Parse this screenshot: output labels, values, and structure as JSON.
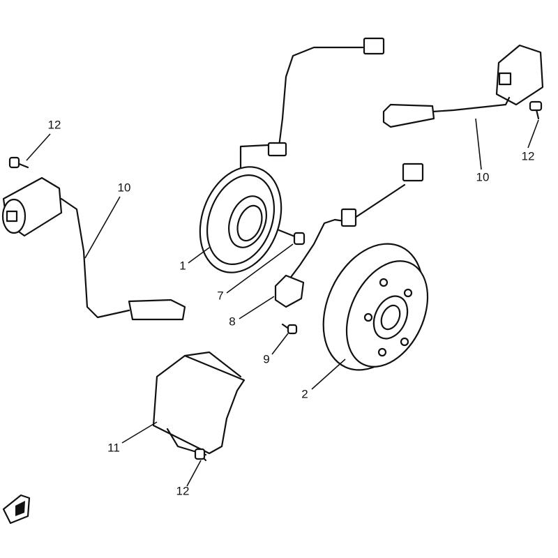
{
  "diagram": {
    "title": "Magneto / Ignition Parts Diagram",
    "callouts": {
      "stator": "1",
      "flywheel_rotor": "2",
      "stator_bolt": "7",
      "pulse_generator": "8",
      "pulse_bolt": "9",
      "ignition_coil_left": "10",
      "ignition_coil_right": "10",
      "cdi_unit": "11",
      "bolt_left": "12",
      "bolt_right": "12",
      "bolt_cdi": "12"
    },
    "colors": {
      "ink": "#111111",
      "background": "#ffffff"
    }
  }
}
